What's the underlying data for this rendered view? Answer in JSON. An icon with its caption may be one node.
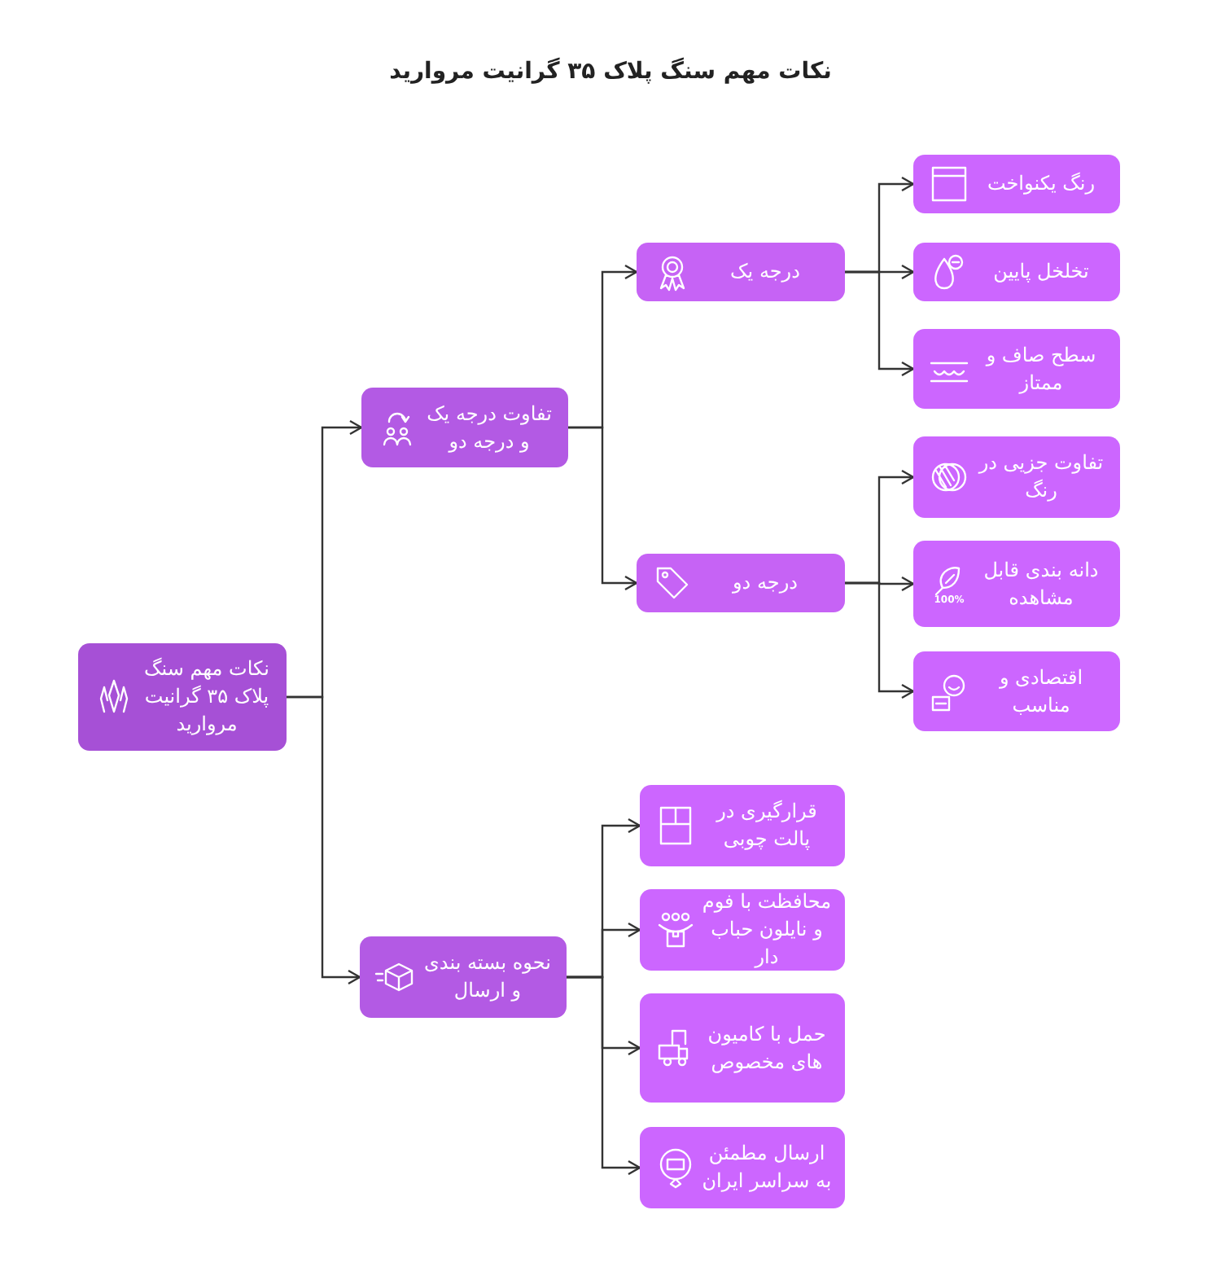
{
  "diagram": {
    "title": "نکات مهم سنگ پلاک ۳۵ گرانیت مروارید",
    "nodes": [
      {
        "text": [
          "نکات مهم سنگ پلاک ۳۵ گرانیت مروارید"
        ]
      },
      {
        "text": [
          "تفاوت درجه یک و درجه دو"
        ]
      },
      {
        "text": [
          "درجه یک"
        ]
      },
      {
        "text": [
          "رنگ یکنواخت"
        ]
      },
      {
        "text": [
          "تخلخل پایین"
        ]
      },
      {
        "text": [
          "سطح صاف و ممتاز"
        ]
      },
      {
        "text": [
          "درجه دو"
        ]
      },
      {
        "text": [
          "تفاوت جزیی در رنگ"
        ]
      },
      {
        "text": [
          "دانه بندی قابل مشاهده"
        ]
      },
      {
        "text": [
          "اقتصادی و مناسب"
        ]
      },
      {
        "text": [
          "نحوه بسته بندی و ارسال"
        ]
      },
      {
        "text": [
          "قرارگیری در پالت چوبی"
        ]
      },
      {
        "text": [
          "محافظت با فوم و نایلون حباب دار"
        ]
      },
      {
        "text": [
          "حمل با کامیون های مخصوص"
        ]
      },
      {
        "text": [
          "ارسال مطمئن به سراسر ایران"
        ]
      }
    ],
    "edges": [
      {
        "from": 0,
        "to": 1,
        "arrow": "to"
      },
      {
        "from": 1,
        "to": 2,
        "arrow": "to"
      },
      {
        "from": 2,
        "to": 3,
        "arrow": "to"
      },
      {
        "from": 2,
        "to": 4,
        "arrow": "to"
      },
      {
        "from": 2,
        "to": 5,
        "arrow": "to"
      },
      {
        "from": 1,
        "to": 6,
        "arrow": "to"
      },
      {
        "from": 6,
        "to": 7,
        "arrow": "to"
      },
      {
        "from": 6,
        "to": 8,
        "arrow": "to"
      },
      {
        "from": 6,
        "to": 9,
        "arrow": "to"
      },
      {
        "from": 0,
        "to": 10,
        "arrow": "to"
      },
      {
        "from": 10,
        "to": 11,
        "arrow": "to"
      },
      {
        "from": 10,
        "to": 12,
        "arrow": "to"
      },
      {
        "from": 10,
        "to": 13,
        "arrow": "to"
      },
      {
        "from": 10,
        "to": 14,
        "arrow": "to"
      }
    ],
    "labels": [
      "100%"
    ]
  }
}
